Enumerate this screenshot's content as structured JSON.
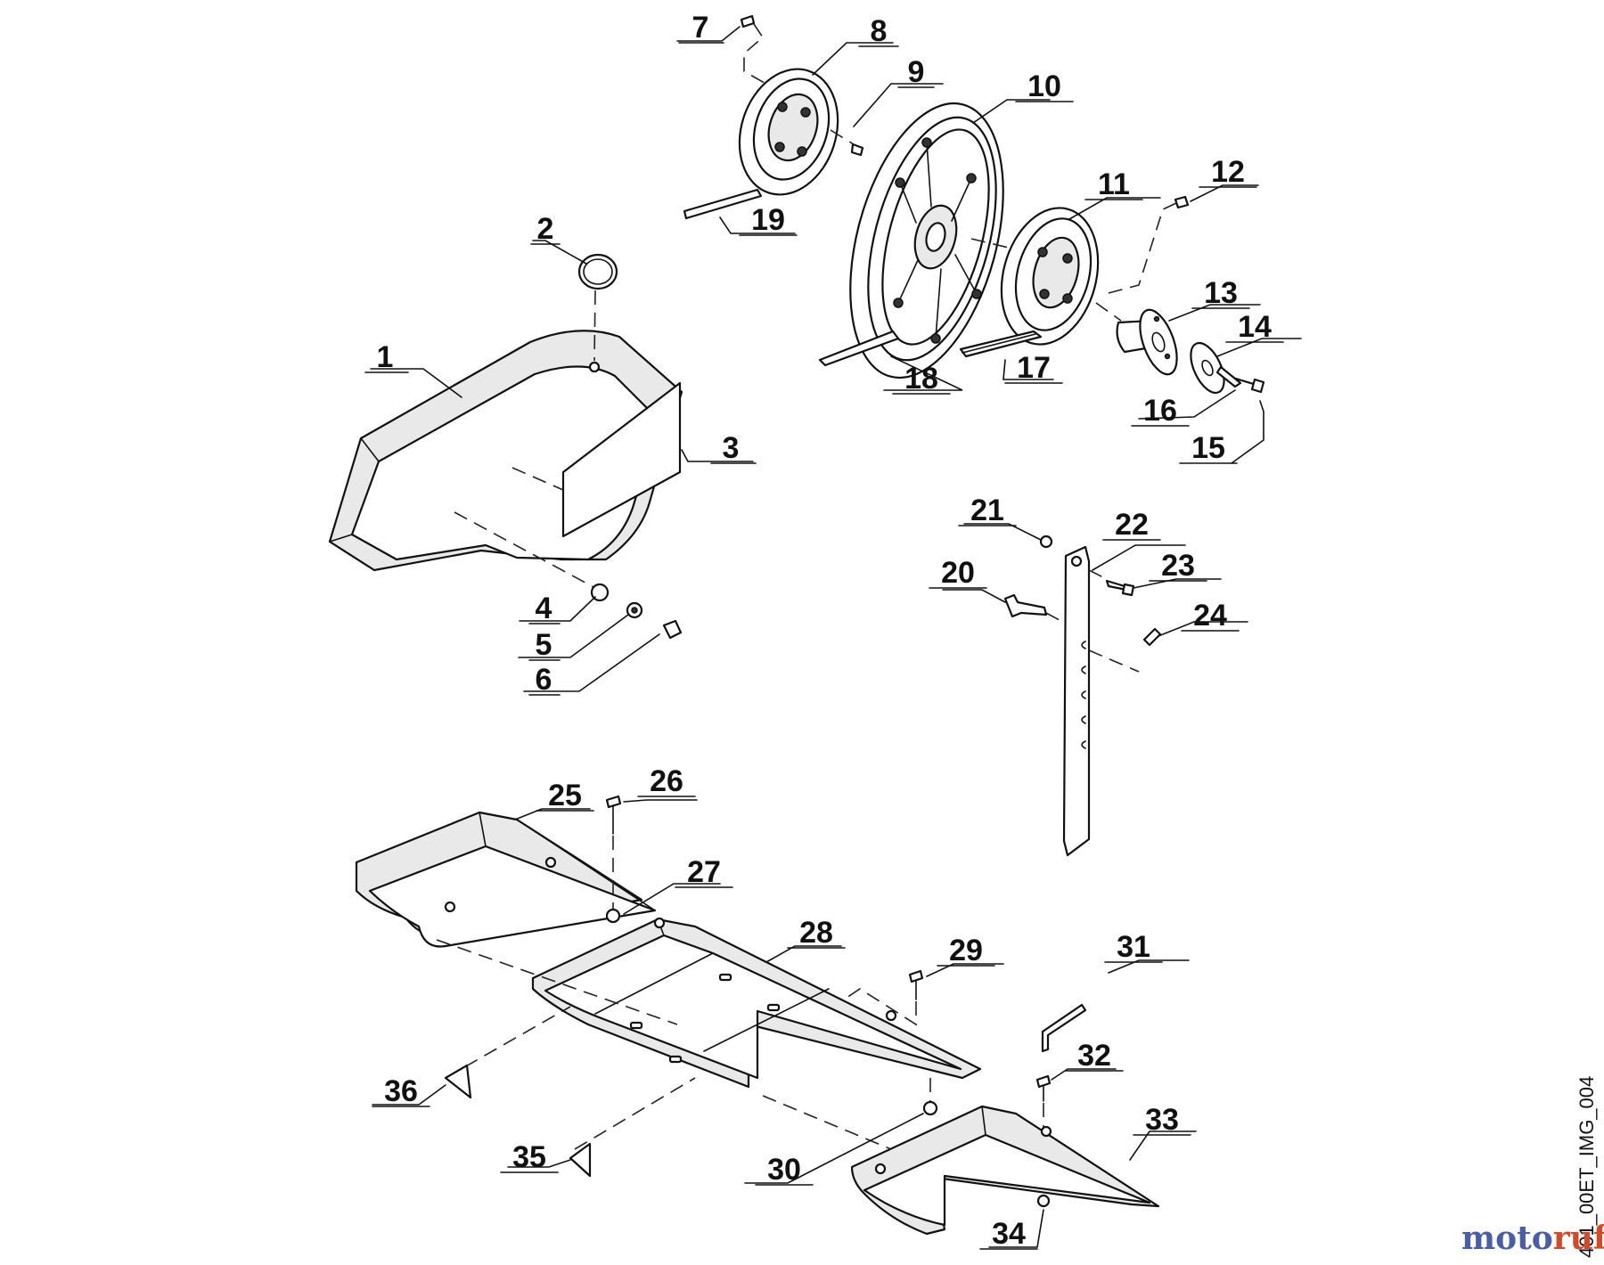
{
  "parts": [
    {
      "label": "1"
    },
    {
      "label": "2"
    },
    {
      "label": "3"
    },
    {
      "label": "4"
    },
    {
      "label": "5"
    },
    {
      "label": "6"
    },
    {
      "label": "7"
    },
    {
      "label": "8"
    },
    {
      "label": "9"
    },
    {
      "label": "10"
    },
    {
      "label": "11"
    },
    {
      "label": "12"
    },
    {
      "label": "13"
    },
    {
      "label": "14"
    },
    {
      "label": "15"
    },
    {
      "label": "16"
    },
    {
      "label": "17"
    },
    {
      "label": "18"
    },
    {
      "label": "19"
    },
    {
      "label": "20"
    },
    {
      "label": "21"
    },
    {
      "label": "22"
    },
    {
      "label": "23"
    },
    {
      "label": "24"
    },
    {
      "label": "25"
    },
    {
      "label": "26"
    },
    {
      "label": "27"
    },
    {
      "label": "28"
    },
    {
      "label": "29"
    },
    {
      "label": "30"
    },
    {
      "label": "31"
    },
    {
      "label": "32"
    },
    {
      "label": "33"
    },
    {
      "label": "34"
    },
    {
      "label": "35"
    },
    {
      "label": "36"
    }
  ],
  "image_code": "401_00ET_IMG_004",
  "watermark": {
    "part_a": "moto",
    "part_b": "ruf"
  }
}
